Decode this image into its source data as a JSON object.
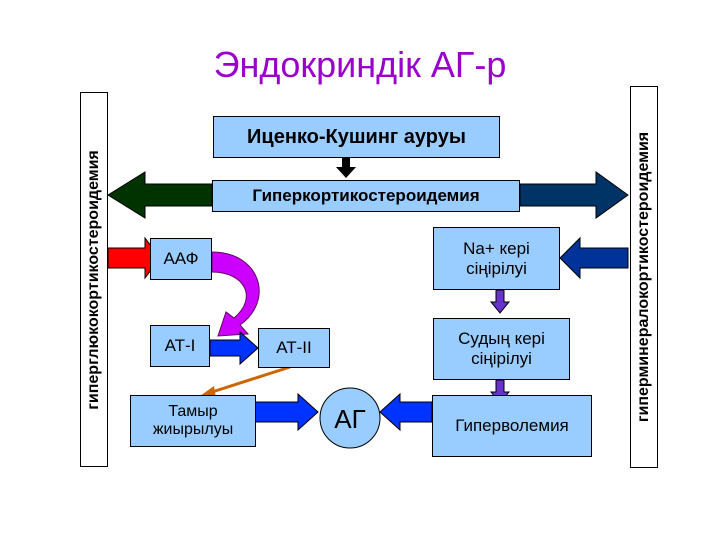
{
  "title": "Эндокриндік АГ-р",
  "left_side": "гиперглюкокортикостероидемия",
  "right_side": "гиперминералокортикостероидемия",
  "boxes": {
    "cushing": "Иценко-Кушинг ауруы",
    "hypercort": "Гиперкортикостероидемия",
    "na_line1": "Na+ кері",
    "na_line2": "сіңірілуі",
    "aaf": "ААФ",
    "at1": "АТ-I",
    "at2": "АТ-II",
    "vessel_line1": "Судың кері",
    "vessel_line2": "сіңірілуі",
    "tamyr_line1": "Тамыр",
    "tamyr_line2": "жиырылуы",
    "ag": "АГ",
    "hypervolemia": "Гиперволемия"
  }
}
